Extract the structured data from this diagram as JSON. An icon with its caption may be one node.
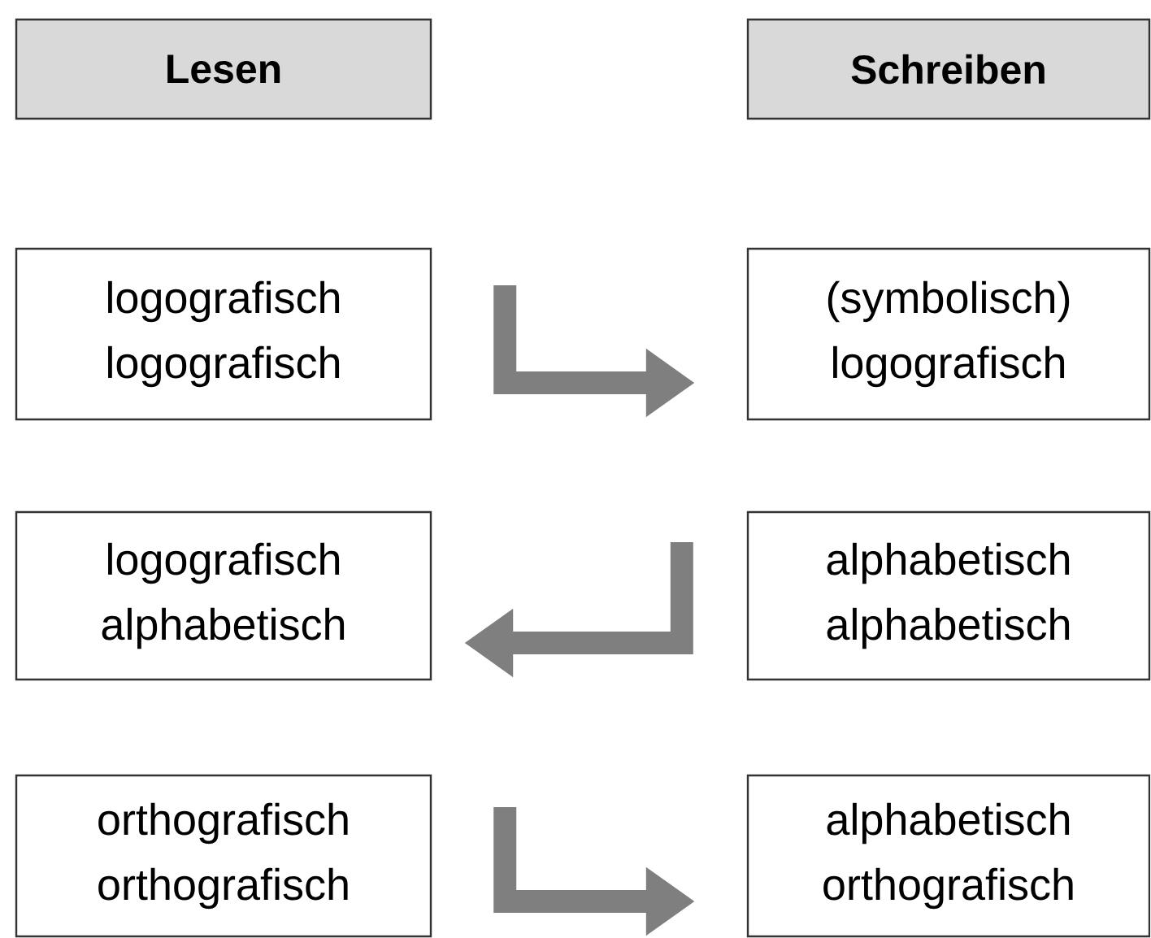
{
  "diagram": {
    "nodes": [
      {
        "text": [
          "Lesen"
        ]
      },
      {
        "text": [
          "Schreiben"
        ]
      },
      {
        "text": [
          "logografisch",
          "logografisch"
        ]
      },
      {
        "text": [
          "(symbolisch)",
          "logografisch"
        ]
      },
      {
        "text": [
          "logografisch",
          "alphabetisch"
        ]
      },
      {
        "text": [
          "alphabetisch",
          "alphabetisch"
        ]
      },
      {
        "text": [
          "orthografisch",
          "orthografisch"
        ]
      },
      {
        "text": [
          "alphabetisch",
          "orthografisch"
        ]
      }
    ],
    "edges": [
      {
        "from": 2,
        "to": 3,
        "arrow": "to"
      },
      {
        "from": 5,
        "to": 4,
        "arrow": "to"
      },
      {
        "from": 6,
        "to": 7,
        "arrow": "to"
      }
    ]
  }
}
